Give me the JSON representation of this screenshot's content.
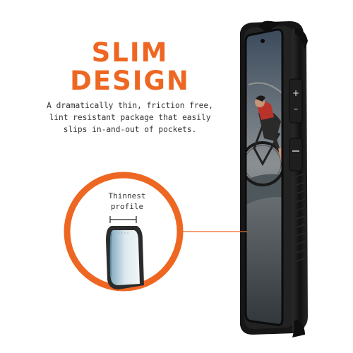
{
  "headline": {
    "line1": "SLIM",
    "line2": "DESIGN"
  },
  "description": {
    "line1": "A dramatically thin, friction free,",
    "line2": "lint resistant package that easily",
    "line3": "slips in-and-out of pockets."
  },
  "callout": {
    "label_line1": "Thinnest",
    "label_line2": "profile"
  },
  "colors": {
    "accent": "#ee6722",
    "case": "#1c1c1c",
    "text": "#333333"
  },
  "icons": {
    "volume_button": "plus-minus-buttons",
    "power_button": "side-button"
  }
}
